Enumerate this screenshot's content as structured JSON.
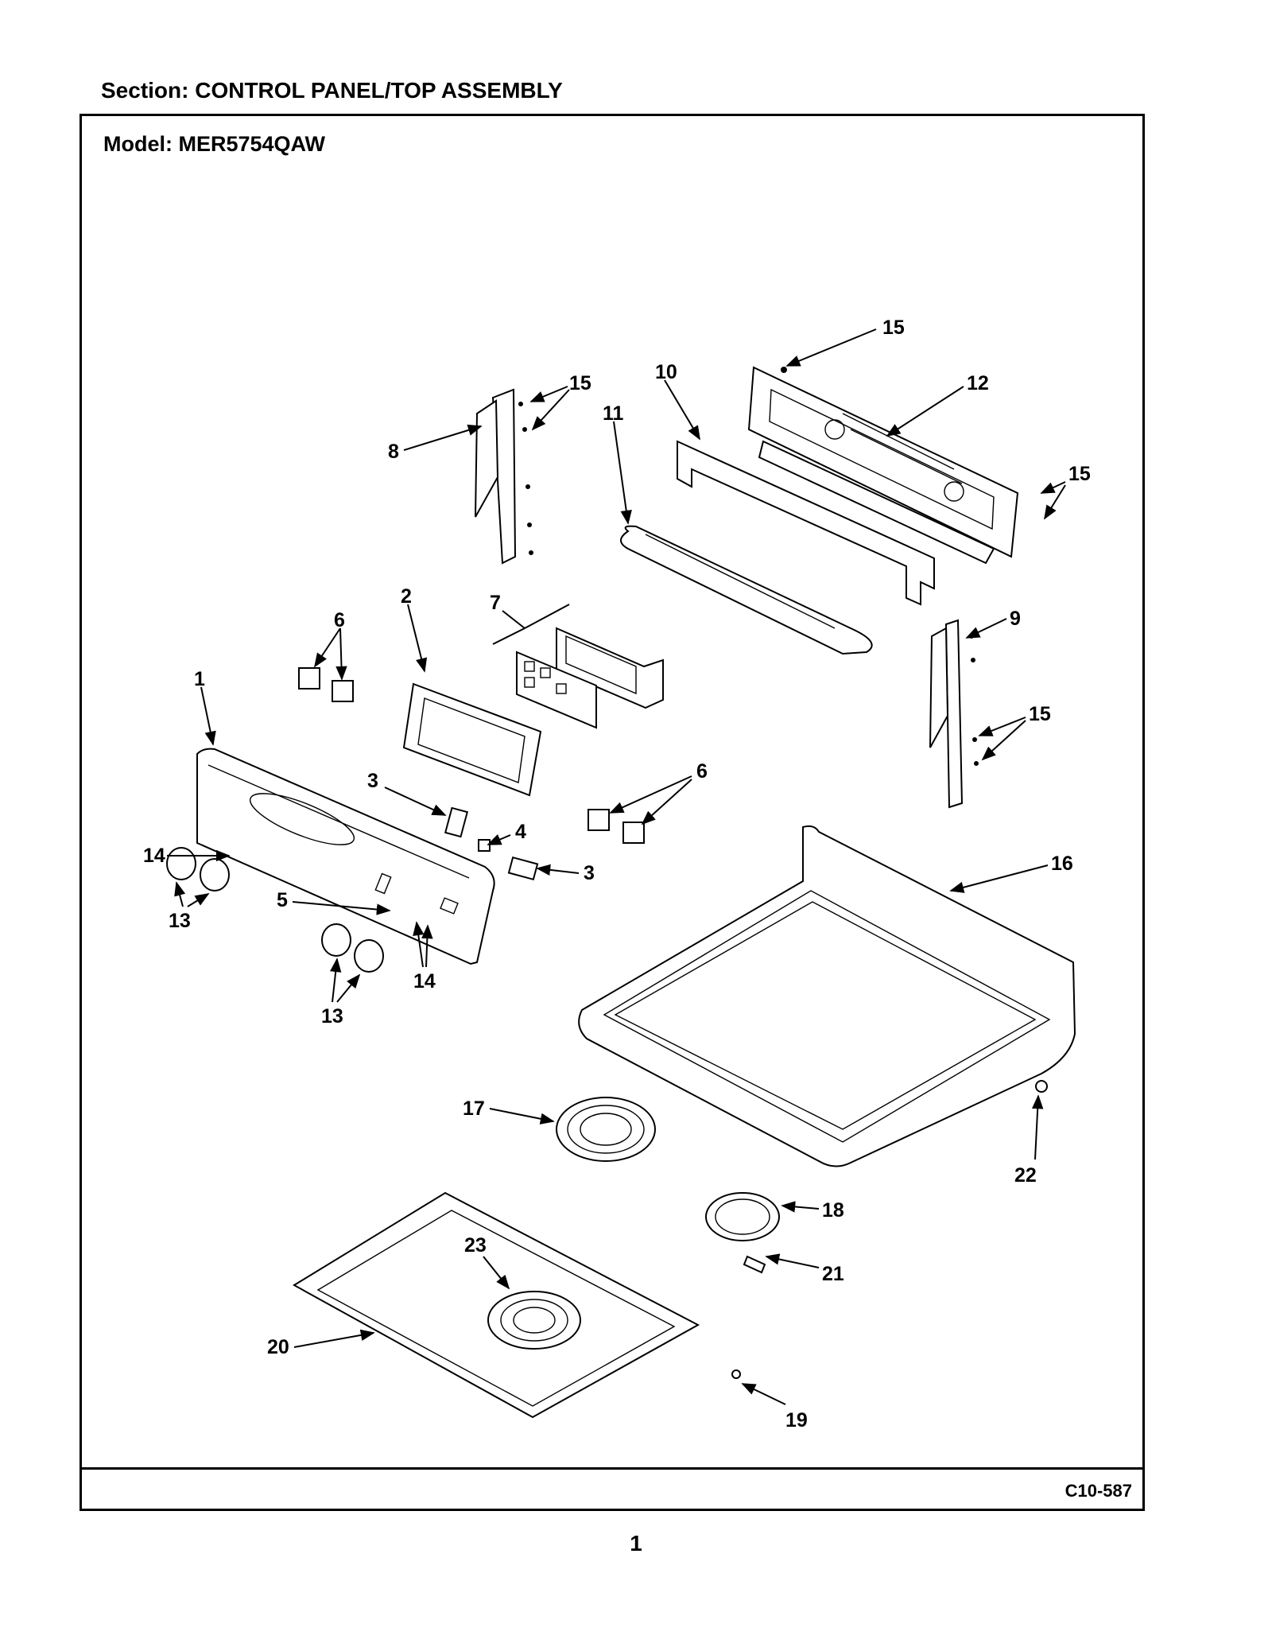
{
  "header": {
    "section_title": "Section:  CONTROL PANEL/TOP ASSEMBLY"
  },
  "frame": {
    "model_title": "Model:  MER5754QAW",
    "drawing_code": "C10-587"
  },
  "page": {
    "number": "1"
  },
  "callouts": {
    "c1": "1",
    "c2": "2",
    "c3a": "3",
    "c3b": "3",
    "c4": "4",
    "c5": "5",
    "c6a": "6",
    "c6b": "6",
    "c7": "7",
    "c8": "8",
    "c9": "9",
    "c10": "10",
    "c11": "11",
    "c12": "12",
    "c13a": "13",
    "c13b": "13",
    "c14a": "14",
    "c14b": "14",
    "c15a": "15",
    "c15b": "15",
    "c15c": "15",
    "c15d": "15",
    "c16": "16",
    "c17": "17",
    "c18": "18",
    "c19": "19",
    "c20": "20",
    "c21": "21",
    "c22": "22",
    "c23": "23"
  }
}
